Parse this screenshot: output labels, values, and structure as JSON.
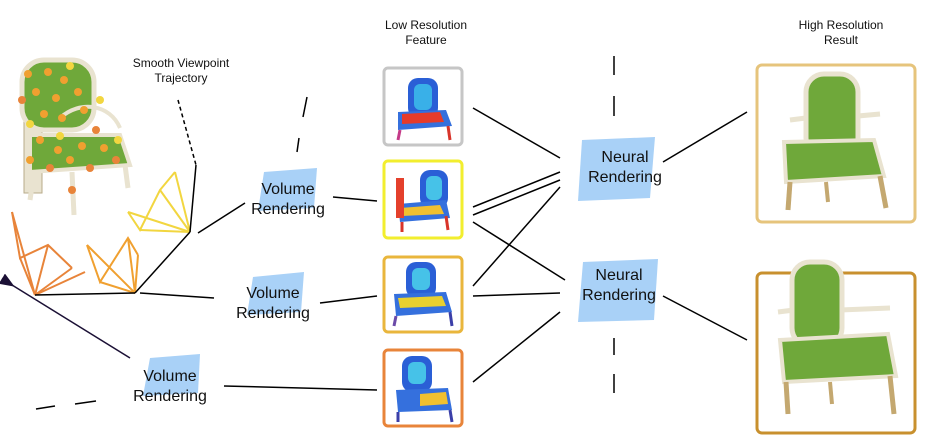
{
  "labels": {
    "trajectory": [
      "Smooth Viewpoint",
      "Trajectory"
    ],
    "low_res": [
      "Low Resolution",
      "Feature"
    ],
    "high_res": [
      "High Resolution",
      "Result"
    ],
    "volume_rendering": [
      "Volume",
      "Rendering"
    ],
    "neural_rendering": [
      "Neural",
      "Rendering"
    ]
  },
  "colors": {
    "frame_gray": "#c6c6c6",
    "frame_yellow": "#f2ee2e",
    "frame_amber": "#e9b63c",
    "frame_orange": "#e8843a",
    "frame_result_light": "#e6c47c",
    "frame_result_dark": "#c8902e",
    "block_blue": "#a9d1f7",
    "camera_yellow": "#f2d640",
    "camera_orange": "#f0a030",
    "camera_dark_orange": "#e8843a",
    "chair_green": "#6fa83a",
    "chair_frame": "#e9e3d0"
  },
  "icons": [
    "chair-point-cloud",
    "camera-frustum",
    "feature-heatmap-chair",
    "rendered-chair"
  ]
}
